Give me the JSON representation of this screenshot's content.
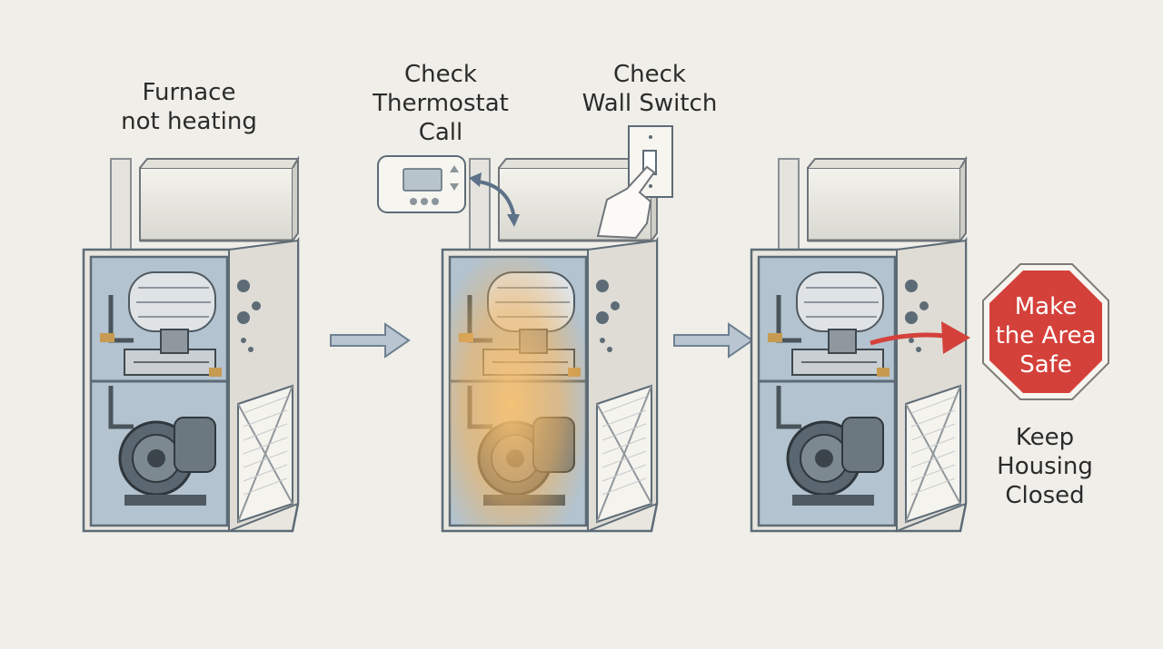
{
  "steps": {
    "furnace_not_heating": "Furnace\nnot heating",
    "check_thermostat_call": "Check\nThermostat\nCall",
    "check_wall_switch": "Check\nWall Switch",
    "make_area_safe": "Make\nthe Area\nSafe",
    "keep_housing_closed": "Keep\nHousing\nClosed"
  },
  "colors": {
    "background": "#efeee8",
    "housing_blue": "#a9bccd",
    "housing_outline": "#5d6b76",
    "glow_orange": "#f3b25a",
    "stop_red": "#d4413a",
    "arrow_blue": "#9fb2c2",
    "arrow_red": "#d4413a"
  },
  "icons": [
    "furnace-icon",
    "thermostat-icon",
    "wall-switch-icon",
    "hand-pointer-icon",
    "stop-sign-icon",
    "arrow-right-icon"
  ]
}
